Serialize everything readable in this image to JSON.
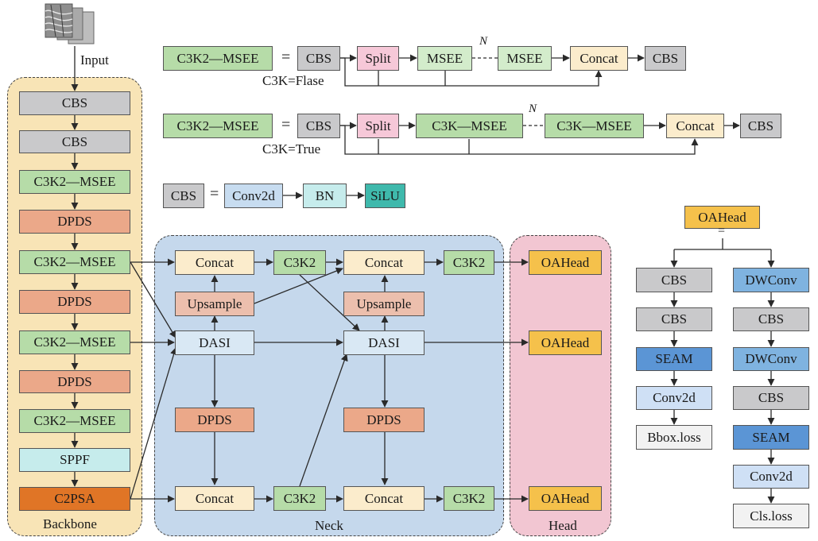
{
  "diagram": {
    "input_label": "Input",
    "regions": {
      "backbone": "Backbone",
      "neck": "Neck",
      "head": "Head"
    },
    "backbone": [
      "CBS",
      "CBS",
      "C3K2—MSEE",
      "DPDS",
      "C3K2—MSEE",
      "DPDS",
      "C3K2—MSEE",
      "DPDS",
      "C3K2—MSEE",
      "SPPF",
      "C2PSA"
    ],
    "neck": {
      "concat_top_1": "Concat",
      "c3k2_top_1": "C3K2",
      "concat_top_2": "Concat",
      "c3k2_top_2": "C3K2",
      "upsample_1": "Upsample",
      "upsample_2": "Upsample",
      "dasi_1": "DASI",
      "dasi_2": "DASI",
      "dpds_1": "DPDS",
      "dpds_2": "DPDS",
      "concat_bot_1": "Concat",
      "c3k2_bot_1": "C3K2",
      "concat_bot_2": "Concat",
      "c3k2_bot_2": "C3K2"
    },
    "head": [
      "OAHead",
      "OAHead",
      "OAHead"
    ],
    "legend_flase": {
      "lhs": "C3K2—MSEE",
      "eq": "=",
      "cbs": "CBS",
      "split": "Split",
      "msee1": "MSEE",
      "n": "N",
      "msee2": "MSEE",
      "concat": "Concat",
      "cbs2": "CBS",
      "cond": "C3K=Flase"
    },
    "legend_true": {
      "lhs": "C3K2—MSEE",
      "eq": "=",
      "cbs": "CBS",
      "split": "Split",
      "c3k1": "C3K—MSEE",
      "n": "N",
      "c3k2": "C3K—MSEE",
      "concat": "Concat",
      "cbs2": "CBS",
      "cond": "C3K=True"
    },
    "legend_cbs": {
      "lhs": "CBS",
      "eq": "=",
      "conv": "Conv2d",
      "bn": "BN",
      "silu": "SiLU"
    },
    "oahead_def": {
      "title": "OAHead",
      "eq": "=",
      "left": [
        "CBS",
        "CBS",
        "SEAM",
        "Conv2d",
        "Bbox.loss"
      ],
      "right": [
        "DWConv",
        "CBS",
        "DWConv",
        "CBS",
        "SEAM",
        "Conv2d",
        "Cls.loss"
      ]
    },
    "colors": {
      "cbs": "#c9c9cb",
      "c3k2_msee": "#b6dca8",
      "msee": "#d3eccb",
      "split": "#f6c8d8",
      "concat": "#fbeccc",
      "dpds": "#eba889",
      "c2psa": "#e07526",
      "sppf": "#c6ecec",
      "silu": "#3fb9ac",
      "dasi": "#c7dcf0",
      "oahead": "#f5c14b",
      "upsample": "#ecbfad",
      "dwconv": "#7fb3e0",
      "seam": "#5b95d5",
      "backbone_bg": "#f8e4b6",
      "neck_bg": "#c5d8ec",
      "head_bg": "#f2c6d2"
    }
  }
}
